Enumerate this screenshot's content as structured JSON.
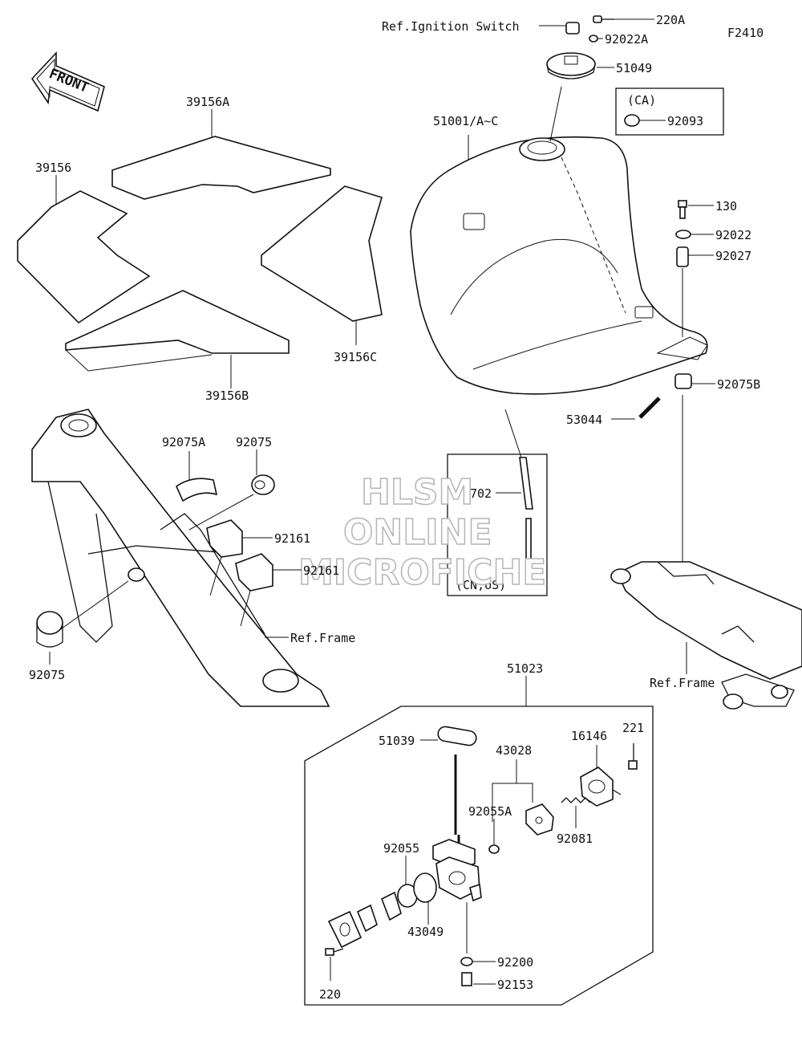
{
  "figure_code": "F2410",
  "front_label": "FRONT",
  "watermark": [
    "HLSM",
    "ONLINE",
    "MICROFICHE"
  ],
  "labels": {
    "ref_ignition": "Ref.Ignition Switch",
    "p220A": "220A",
    "p92022A": "92022A",
    "p51049": "51049",
    "ca_label": "(CA)",
    "p92093": "92093",
    "p51001": "51001/A~C",
    "p39156A": "39156A",
    "p39156": "39156",
    "p39156B": "39156B",
    "p39156C": "39156C",
    "p130": "130",
    "p92022": "92022",
    "p92027": "92027",
    "p92075B": "92075B",
    "p53044": "53044",
    "p702": "702",
    "cn_us": "(CN,US)",
    "p92075A": "92075A",
    "p92075_top": "92075",
    "p92161_a": "92161",
    "p92161_b": "92161",
    "p92075_bottom": "92075",
    "ref_frame_left": "Ref.Frame",
    "ref_frame_right": "Ref.Frame",
    "p51023": "51023",
    "p51039": "51039",
    "p43028": "43028",
    "p16146": "16146",
    "p221": "221",
    "p92055A": "92055A",
    "p92081": "92081",
    "p92055": "92055",
    "p43049": "43049",
    "p92200": "92200",
    "p92153": "92153",
    "p220": "220"
  }
}
